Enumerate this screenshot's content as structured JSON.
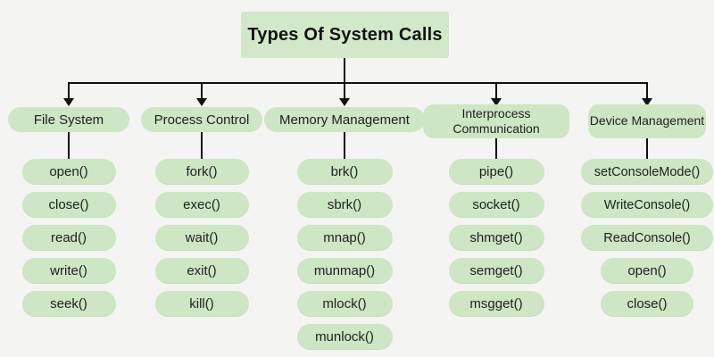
{
  "title": "Types Of System Calls",
  "columns": [
    {
      "label": "File System",
      "items": [
        "open()",
        "close()",
        "read()",
        "write()",
        "seek()"
      ]
    },
    {
      "label": "Process Control",
      "items": [
        "fork()",
        "exec()",
        "wait()",
        "exit()",
        "kill()"
      ]
    },
    {
      "label": "Memory Management",
      "items": [
        "brk()",
        "sbrk()",
        "mnap()",
        "munmap()",
        "mlock()",
        "munlock()"
      ]
    },
    {
      "label": "Interprocess Communication",
      "items": [
        "pipe()",
        "socket()",
        "shmget()",
        "semget()",
        "msgget()"
      ]
    },
    {
      "label": "Device Management",
      "items": [
        "setConsoleMode()",
        "WriteConsole()",
        "ReadConsole()",
        "open()",
        "close()"
      ]
    }
  ],
  "colors": {
    "background": "#f4f4f2",
    "node_fill": "#cde6c4",
    "title_fill": "#d2e8ca",
    "line": "#111111",
    "text": "#1f1f1f"
  }
}
